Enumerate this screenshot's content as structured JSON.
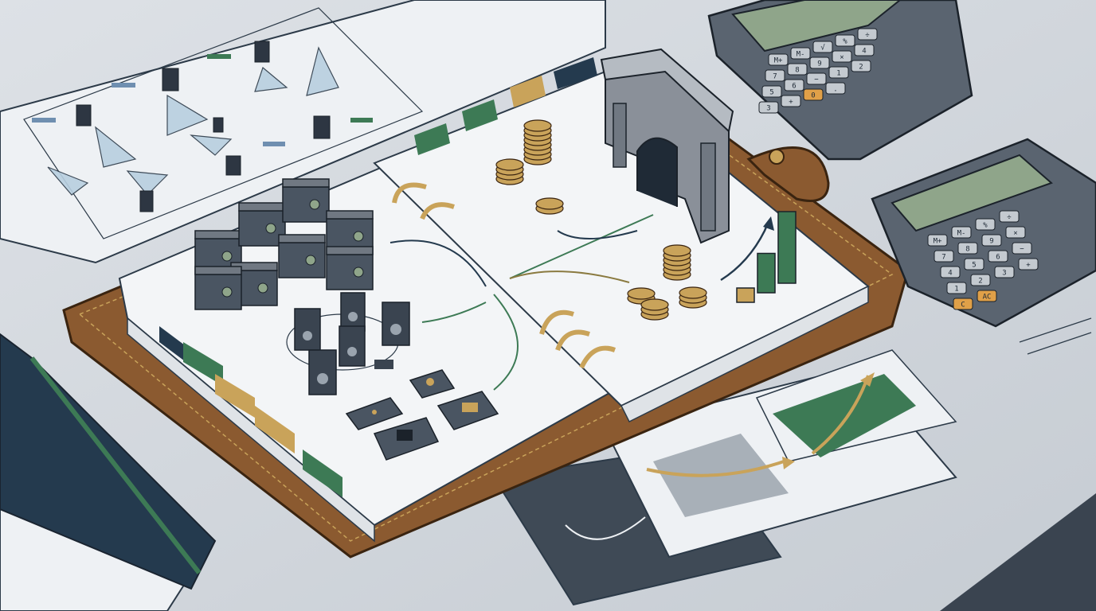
{
  "scene": {
    "subject": "leather-binder-on-desk",
    "palette": {
      "desk": "#d2d7dc",
      "paper": "#eef1f4",
      "line": "#2c3a48",
      "leather": "#8b5a30",
      "leather_dark": "#5e3a1e",
      "navy": "#243a4e",
      "green": "#3d7a55",
      "gold": "#c9a35a",
      "slate": "#4a5562",
      "calc_body": "#5a6470",
      "calc_screen": "#8fa58a",
      "orange_key": "#e0a048"
    }
  },
  "calculator_top": {
    "keys": [
      "M+",
      "M-",
      "√",
      "%",
      "÷",
      "7",
      "8",
      "9",
      "×",
      "4",
      "5",
      "6",
      "−",
      "1",
      "2",
      "3",
      "+",
      "0",
      "."
    ]
  },
  "calculator_right": {
    "keys": [
      "M+",
      "M-",
      "%",
      "÷",
      "7",
      "8",
      "9",
      "×",
      "4",
      "5",
      "6",
      "−",
      "1",
      "2",
      "3",
      "+",
      "C",
      "AC"
    ]
  },
  "binder": {
    "left_page": {
      "elements": [
        "server-stack",
        "speaker-array",
        "circuit-boards"
      ]
    },
    "right_page": {
      "elements": [
        "coin-stacks",
        "triumphal-arch",
        "bar-chart"
      ],
      "bar_chart_levels": [
        0.2,
        0.55,
        1.0
      ]
    }
  }
}
